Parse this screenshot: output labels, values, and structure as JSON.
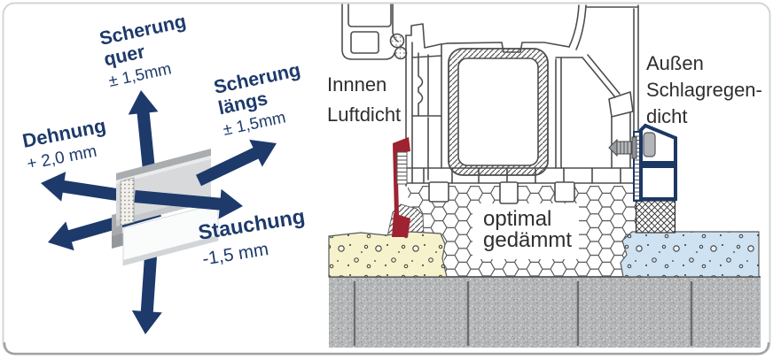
{
  "card": {
    "background": "#ffffff",
    "border_color": "#d2d5d7",
    "border_bottom_color": "#9fa3a6"
  },
  "left_panel": {
    "arrow_color": "#1d3a6b",
    "text_color": "#1d3a6b",
    "profile_gray": "#d7d9db",
    "labels": {
      "scherung_quer": {
        "title": "Scherung",
        "title2": "quer",
        "value": "± 1,5mm"
      },
      "scherung_laengs": {
        "title": "Scherung",
        "title2": "längs",
        "value": "± 1,5mm"
      },
      "dehnung": {
        "title": "Dehnung",
        "value": "+ 2,0 mm"
      },
      "stauchung": {
        "title": "Stauchung",
        "value": "-1,5 mm"
      }
    }
  },
  "right_panel": {
    "text_color": "#2e2e2e",
    "colors": {
      "seal_red": "#9e2231",
      "profile_navy": "#1c3864",
      "plaster_inner_yellow": "#f6f2cc",
      "plaster_outer_blue": "#cfe2f1",
      "concrete_gray": "#b5b7b8",
      "line_gray": "#4d4d4d"
    },
    "labels": {
      "inside": {
        "line1": "Innnen",
        "line2": "Luftdicht"
      },
      "outside": {
        "line1": "Außen",
        "line2": "Schlagregen-",
        "line3": "dicht"
      },
      "insulation": {
        "line1": "optimal",
        "line2": "gedämmt"
      }
    }
  }
}
